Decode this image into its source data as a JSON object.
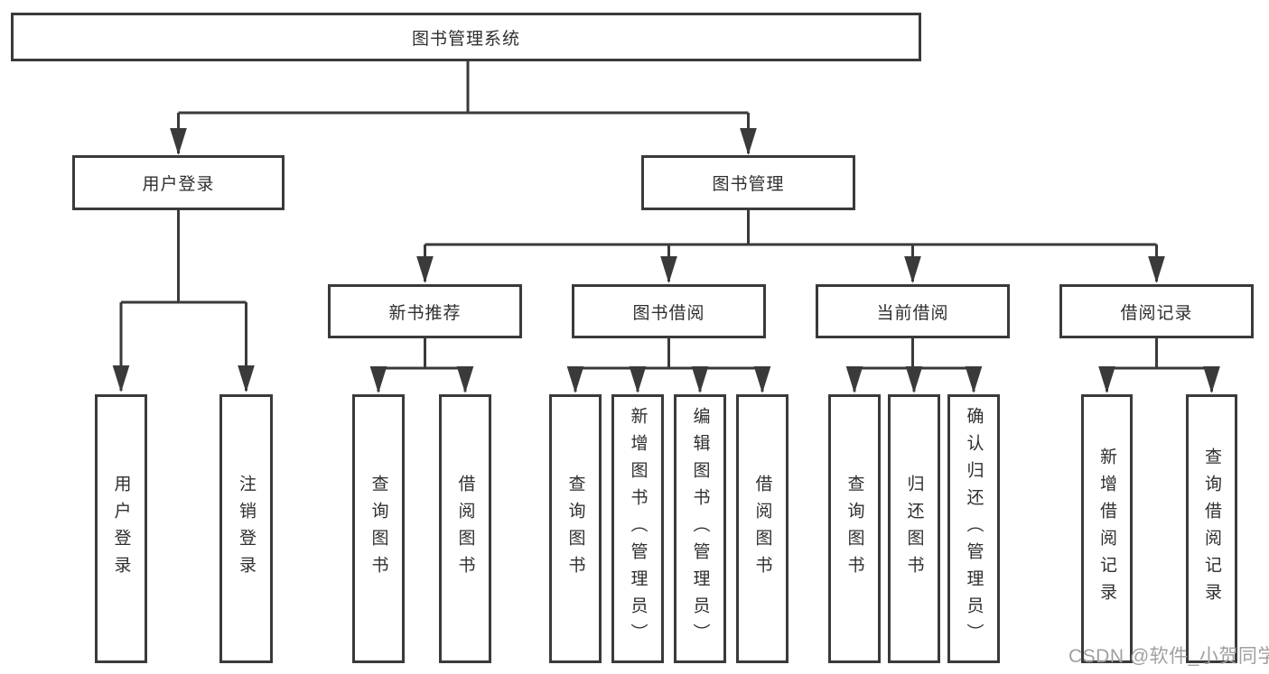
{
  "diagram": {
    "title": "图书管理系统",
    "tree": {
      "label": "图书管理系统",
      "children": [
        {
          "label": "用户登录",
          "children": [
            {
              "label": "用户登录"
            },
            {
              "label": "注销登录"
            }
          ]
        },
        {
          "label": "图书管理",
          "children": [
            {
              "label": "新书推荐",
              "children": [
                {
                  "label": "查询图书"
                },
                {
                  "label": "借阅图书"
                }
              ]
            },
            {
              "label": "图书借阅",
              "children": [
                {
                  "label": "查询图书"
                },
                {
                  "label": "新增图书（管理员）"
                },
                {
                  "label": "编辑图书（管理员）"
                },
                {
                  "label": "借阅图书"
                }
              ]
            },
            {
              "label": "当前借阅",
              "children": [
                {
                  "label": "查询图书"
                },
                {
                  "label": "归还图书"
                },
                {
                  "label": "确认归还（管理员）"
                }
              ]
            },
            {
              "label": "借阅记录",
              "children": [
                {
                  "label": "新增借阅记录"
                },
                {
                  "label": "查询借阅记录"
                }
              ]
            }
          ]
        }
      ]
    }
  },
  "watermark": {
    "text": "CSDN @软件_小贺同学"
  },
  "colors": {
    "line": "#3a3a3a",
    "box_border": "#3a3a3a",
    "text": "#2f2f2f",
    "watermark": "#9f9f9f",
    "background": "#ffffff"
  }
}
